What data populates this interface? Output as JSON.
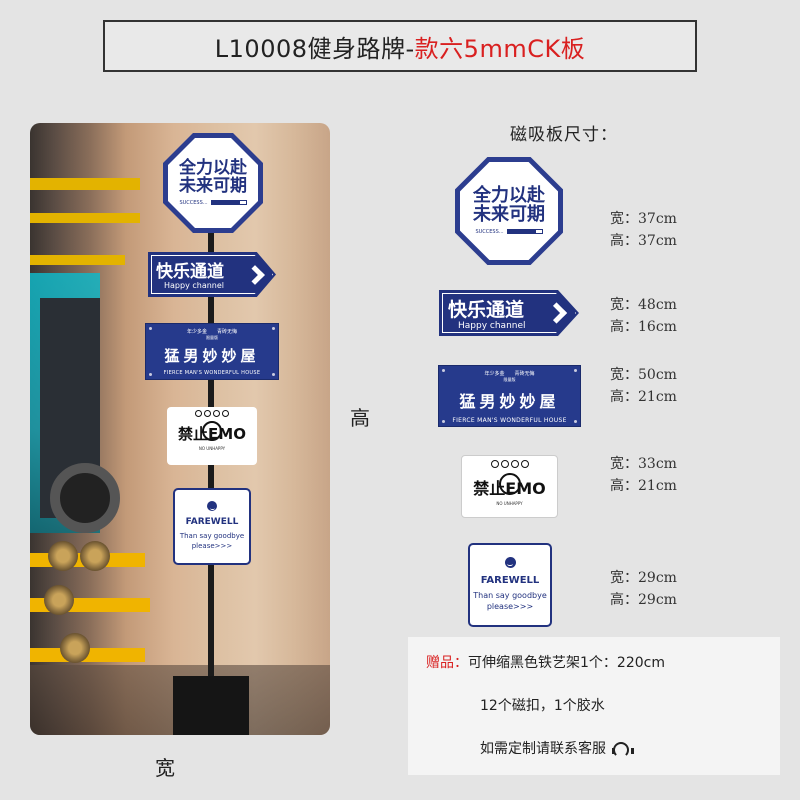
{
  "header": {
    "title_main": "L10008健身路牌-",
    "title_red": "款六5mmCK板"
  },
  "colors": {
    "sign_blue": "#22327f",
    "accent_red": "#d92020"
  },
  "signs": {
    "octagon": {
      "line1": "全力以赴",
      "line2": "未来可期",
      "progress_text": "SUCCESS...",
      "progress": 0.85
    },
    "arrow": {
      "cn": "快乐通道",
      "en": "Happy channel"
    },
    "house": {
      "top_left": "年少多金",
      "top_right": "青砖无悔",
      "tag": "限量版",
      "main": "猛男妙妙屋",
      "sub": "FIERCE MAN'S WONDERFUL HOUSE"
    },
    "emo": {
      "main_a": "禁止",
      "main_b": "EMO",
      "sub": "NO UNHAPPY"
    },
    "farewell": {
      "line1": "FAREWELL",
      "line2": "Than say goodbye",
      "line3": "please>>>"
    }
  },
  "sizes": {
    "title": "磁吸板尺寸：",
    "items": [
      {
        "w": "宽：37cm",
        "h": "高：37cm"
      },
      {
        "w": "宽：48cm",
        "h": "高：16cm"
      },
      {
        "w": "宽：50cm",
        "h": "高：21cm"
      },
      {
        "w": "宽：33cm",
        "h": "高：21cm"
      },
      {
        "w": "宽：29cm",
        "h": "高：29cm"
      }
    ]
  },
  "labels": {
    "height": "高",
    "width": "宽"
  },
  "gift": {
    "label": "赠品：",
    "line1": "可伸缩黑色铁艺架1个：220cm",
    "line2": "12个磁扣，1个胶水",
    "line3": "如需定制请联系客服",
    "icon": "headset-icon"
  }
}
